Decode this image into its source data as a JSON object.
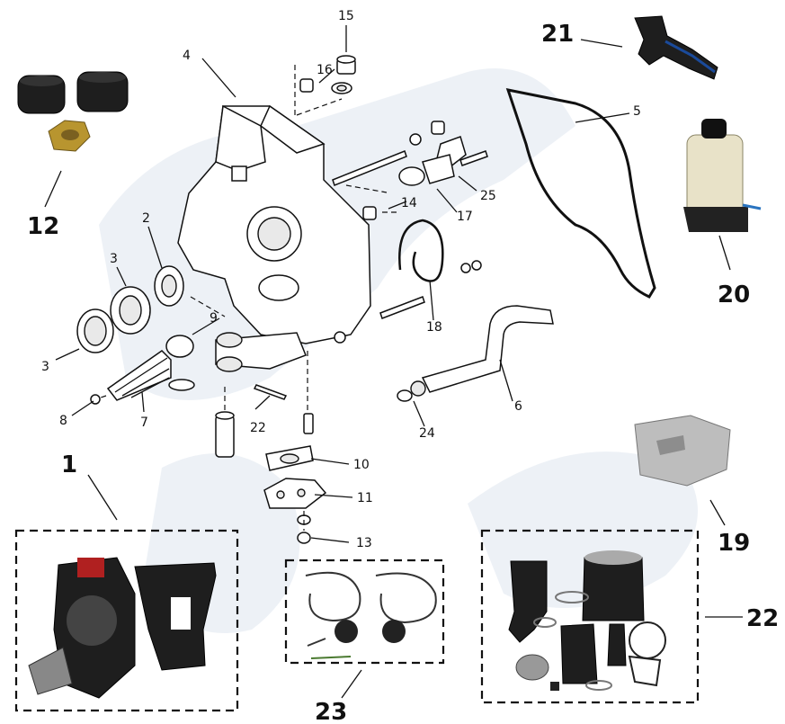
{
  "callouts": {
    "c1": "1",
    "c2": "2",
    "c3a": "3",
    "c3b": "3",
    "c4": "4",
    "c5": "5",
    "c6": "6",
    "c7": "7",
    "c8": "8",
    "c9": "9",
    "c10": "10",
    "c11": "11",
    "c12": "12",
    "c13": "13",
    "c14": "14",
    "c15": "15",
    "c16": "16",
    "c17": "17",
    "c18": "18",
    "c19": "19",
    "c20": "20",
    "c21": "21",
    "c22a": "22",
    "c22b": "22",
    "c23": "23",
    "c24": "24",
    "c25": "25"
  },
  "colors": {
    "line": "#111111",
    "part_fill": "#ffffff",
    "rubber": "#1e1e1e",
    "metal": "#c9c9c9",
    "anode": "#b8b8b8",
    "watermark": "#dfe6ee"
  }
}
